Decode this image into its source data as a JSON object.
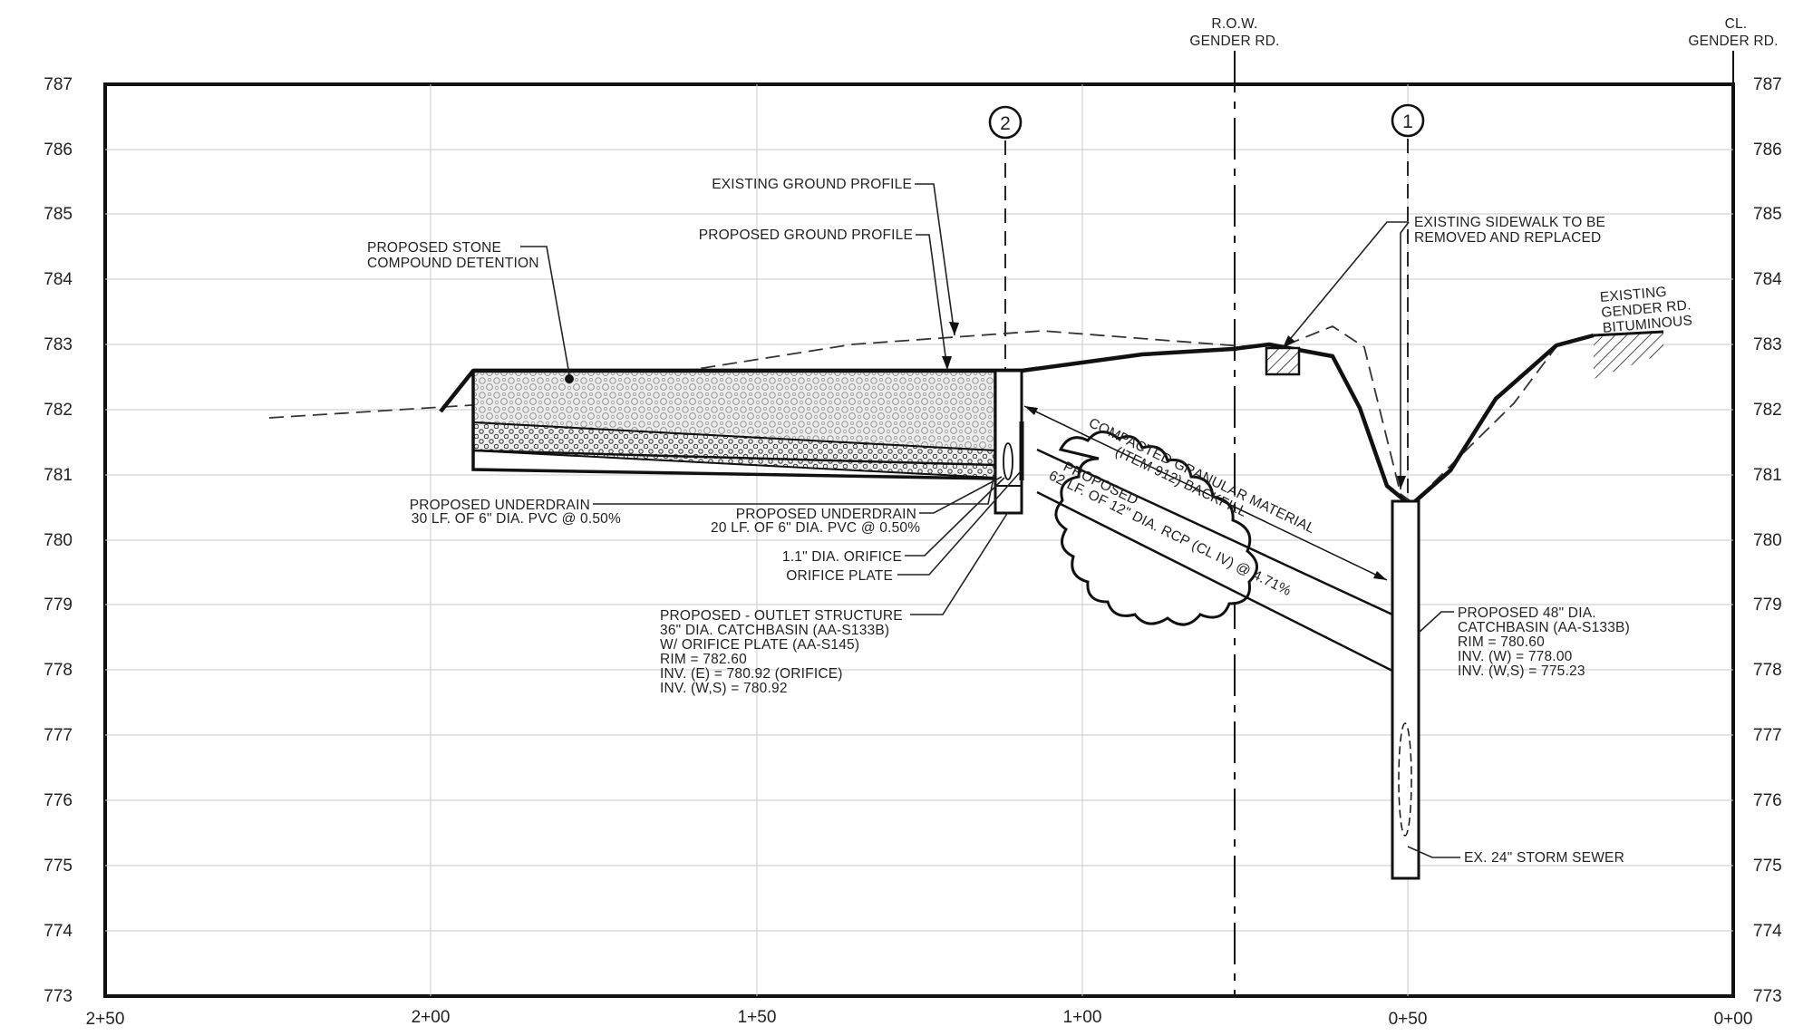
{
  "left_axis": {
    "elevations": [
      "787",
      "786",
      "785",
      "784",
      "783",
      "782",
      "781",
      "780",
      "779",
      "778",
      "777",
      "776",
      "775",
      "774",
      "773"
    ]
  },
  "right_axis": {
    "elevations": [
      "787",
      "786",
      "785",
      "784",
      "783",
      "782",
      "781",
      "780",
      "779",
      "778",
      "777",
      "776",
      "775",
      "774",
      "773"
    ]
  },
  "stations": [
    "2+50",
    "2+00",
    "1+50",
    "1+00",
    "0+50",
    "0+00"
  ],
  "references": {
    "row": [
      "R.O.W.",
      "GENDER RD."
    ],
    "centerline": [
      "CL.",
      "GENDER RD."
    ]
  },
  "markers": {
    "structure_1": "1",
    "structure_2": "2"
  },
  "notes": {
    "existing_ground": "EXISTING GROUND PROFILE",
    "proposed_ground": "PROPOSED GROUND PROFILE",
    "stone_detention": [
      "PROPOSED STONE",
      "COMPOUND DETENTION"
    ],
    "sidewalk": [
      "EXISTING SIDEWALK TO BE",
      "REMOVED AND REPLACED"
    ],
    "bituminous": [
      "EXISTING",
      "GENDER RD.",
      "BITUMINOUS"
    ],
    "underdrain_30": [
      "PROPOSED UNDERDRAIN",
      "30 LF. OF 6\" DIA. PVC @ 0.50%"
    ],
    "underdrain_20": [
      "PROPOSED UNDERDRAIN",
      "20 LF. OF 6\" DIA. PVC @ 0.50%"
    ],
    "orifice": "1.1\" DIA. ORIFICE",
    "orifice_plate": "ORIFICE PLATE",
    "outlet_structure": [
      "PROPOSED - OUTLET STRUCTURE",
      "36\" DIA. CATCHBASIN (AA-S133B)",
      "W/ ORIFICE PLATE (AA-S145)",
      "RIM = 782.60",
      "INV. (E) = 780.92 (ORIFICE)",
      "INV. (W,S) = 780.92"
    ],
    "backfill": [
      "COMPACTED GRANULAR MATERIAL",
      "(ITEM 912) BACKFILL"
    ],
    "pipe": [
      "PROPOSED",
      "62 LF. OF 12\" DIA. RCP (CL IV) @ 4.71%"
    ],
    "catchbasin_48": [
      "PROPOSED 48\" DIA.",
      "CATCHBASIN (AA-S133B)",
      "RIM = 780.60",
      "INV. (W) = 778.00",
      "INV. (W,S) = 775.23"
    ],
    "storm_sewer": "EX. 24\" STORM SEWER"
  }
}
